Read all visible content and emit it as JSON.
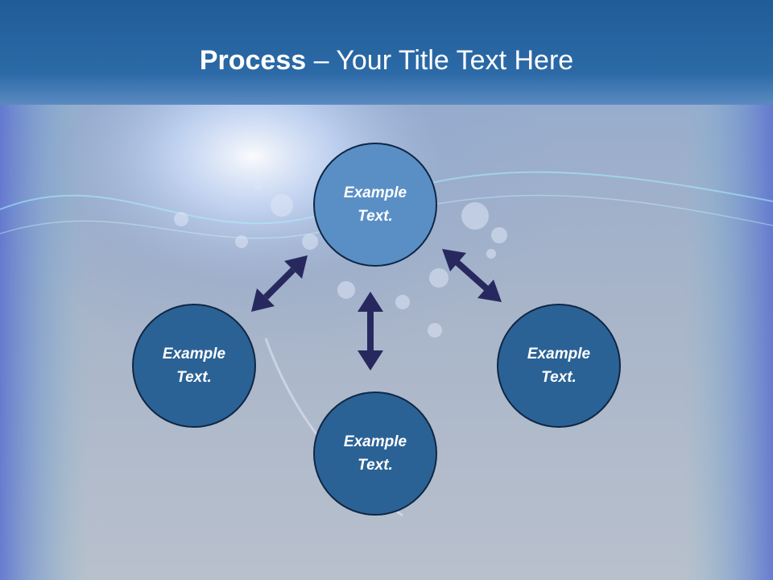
{
  "slide": {
    "title_bold": "Process",
    "title_rest": " – Your Title Text Here"
  },
  "diagram": {
    "nodes": {
      "top": "Example\nText.",
      "left": "Example\nText.",
      "bottom": "Example\nText.",
      "right": "Example\nText."
    }
  },
  "colors": {
    "title_bar": "#2c6aa7",
    "node_highlight": "#5a8fc6",
    "node_fill": "#2b6296",
    "arrow": "#27295e"
  }
}
